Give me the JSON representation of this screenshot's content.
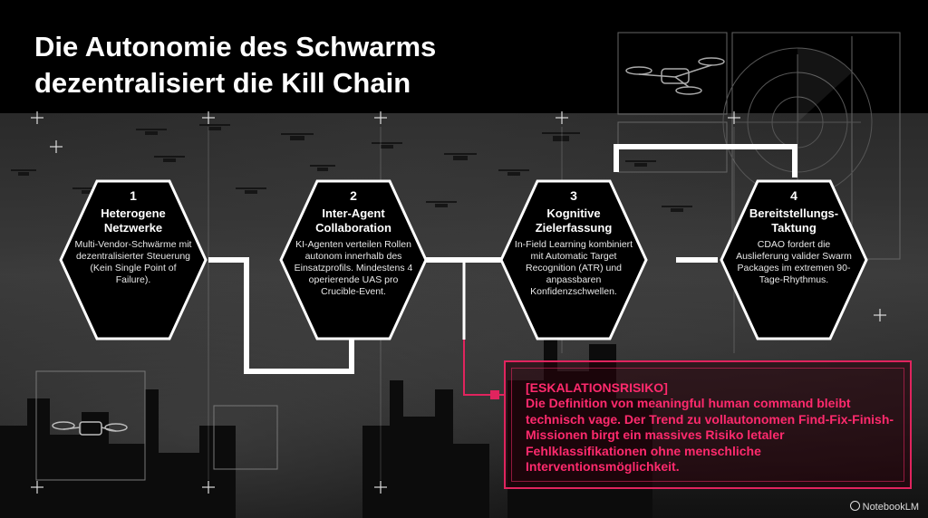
{
  "title_lines": [
    "Die Autonomie des Schwarms",
    "dezentralisiert die Kill Chain"
  ],
  "steps": [
    {
      "number": "1",
      "title": "Heterogene Netzwerke",
      "desc": "Multi-Vendor-Schwärme mit dezentralisierter Steuerung (Kein Single Point of Failure)."
    },
    {
      "number": "2",
      "title": "Inter-Agent Collaboration",
      "desc": "KI-Agenten verteilen Rollen autonom innerhalb des Einsatzprofils. Mindestens 4 operierende UAS pro Crucible-Event."
    },
    {
      "number": "3",
      "title": "Kognitive Zielerfassung",
      "desc": "In-Field Learning kombiniert mit Automatic Target Recognition (ATR) und anpassbaren Konfidenzschwellen."
    },
    {
      "number": "4",
      "title": "Bereitstellungs-Taktung",
      "desc": "CDAO fordert die Auslieferung valider Swarm Packages im extremen 90-Tage-Rhythmus."
    }
  ],
  "risk": {
    "label": "[ESKALATIONSRISIKO]",
    "text": "Die Definition von meaningful human command bleibt technisch vage. Der Trend zu vollautonomen Find-Fix-Finish-Missionen birgt ein massives Risiko letaler Fehlklassifikationen ohne menschliche Interventionsmöglichkeit."
  },
  "badge": "NotebookLM",
  "colors": {
    "accent": "#e0245e",
    "accent_text": "#ff2a6d",
    "hex_fill": "#000000",
    "hex_stroke": "#ffffff",
    "connector": "#ffffff"
  },
  "icons": [
    "drone-icon",
    "radar-icon",
    "crosshair-icon",
    "notebooklm-icon"
  ]
}
